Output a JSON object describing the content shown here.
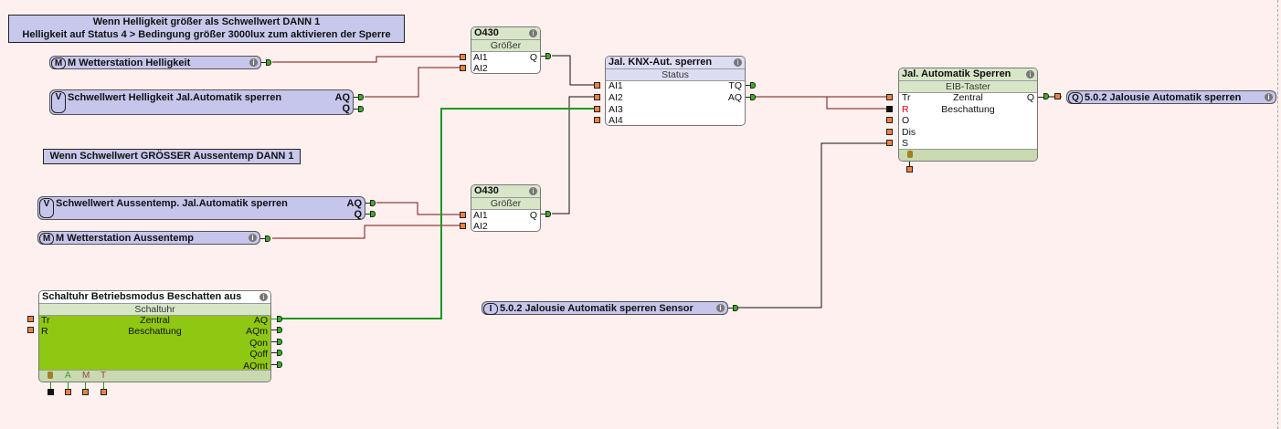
{
  "comments": [
    {
      "lines": [
        "Wenn Helligkeit größer als Schwellwert DANN 1",
        "Helligkeit auf Status 4 > Bedingung größer 3000lux zum aktivieren der Sperre"
      ]
    },
    {
      "lines": [
        "Wenn Schwellwert GRÖSSER Aussentemp DANN 1"
      ]
    }
  ],
  "inputs": {
    "m_helligkeit": {
      "tag": "M",
      "label": "M Wetterstation Helligkeit"
    },
    "v_helligkeit": {
      "tag": "V",
      "label": "Schwellwert Helligkeit  Jal.Automatik sperren",
      "outputs": [
        "AQ",
        "Q"
      ]
    },
    "v_aussentemp": {
      "tag": "V",
      "label": "Schwellwert Aussentemp. Jal.Automatik sperren",
      "outputs": [
        "AQ",
        "Q"
      ]
    },
    "m_aussentemp": {
      "tag": "M",
      "label": "M Wetterstation Aussentemp"
    },
    "i_sensor": {
      "tag": "I",
      "label": "5.0.2 Jalousie Automatik sperren Sensor"
    }
  },
  "outputs": {
    "q_sperren": {
      "tag": "Q",
      "label": "5.0.2 Jalousie Automatik sperren"
    }
  },
  "blocks": {
    "groesser1": {
      "title": "O430",
      "type": "Größer",
      "inputs": [
        "AI1",
        "AI2"
      ],
      "outputs": [
        "Q"
      ]
    },
    "groesser2": {
      "title": "O430",
      "type": "Größer",
      "inputs": [
        "AI1",
        "AI2"
      ],
      "outputs": [
        "Q"
      ]
    },
    "knx_sperren": {
      "title": "Jal. KNX-Aut. sperren",
      "type": "Status",
      "inputs": [
        "AI1",
        "AI2",
        "AI3",
        "AI4"
      ],
      "outputs": [
        "TQ",
        "AQ"
      ]
    },
    "automatik_sperren": {
      "title": "Jal. Automatik Sperren",
      "type": "EIB-Taster",
      "inputs": [
        "Tr",
        "R",
        "O",
        "Dis",
        "S"
      ],
      "center": [
        "Zentral",
        "Beschattung"
      ],
      "outputs": [
        "Q"
      ]
    },
    "schaltuhr": {
      "title": "Schaltuhr Betriebsmodus Beschatten aus",
      "type": "Schaltuhr",
      "inputs": [
        "Tr",
        "R"
      ],
      "center": [
        "Zentral",
        "Beschattung"
      ],
      "outputs": [
        "AQ",
        "AQm",
        "Qon",
        "Qoff",
        "AQmt"
      ],
      "footer": [
        "A",
        "M",
        "T"
      ]
    }
  },
  "icons": {
    "info": "i"
  },
  "colors": {
    "canvas": "#fdf0ef",
    "wire_red": "#7a1010",
    "wire_black": "#111111",
    "wire_green": "#1a9a1a",
    "active_block": "#8ec812"
  }
}
